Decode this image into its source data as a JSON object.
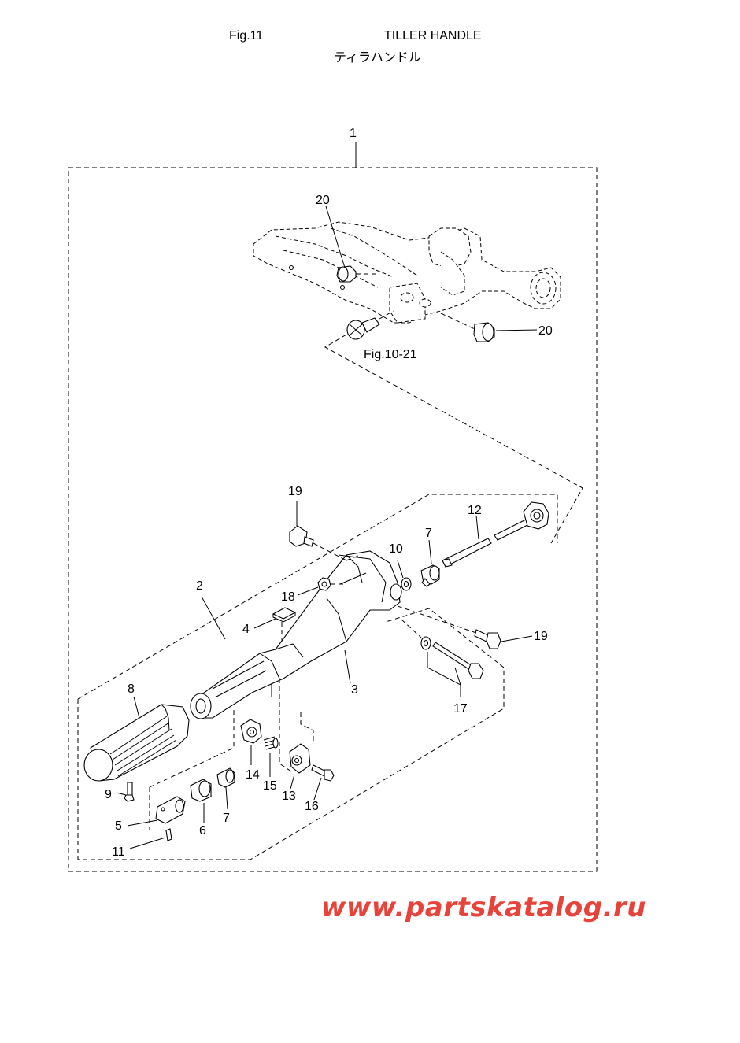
{
  "header": {
    "fig_label": "Fig.11",
    "title_en": "TILLER HANDLE",
    "title_jp": "ティラハンドル"
  },
  "callouts": {
    "c1": "1",
    "c2": "2",
    "c3": "3",
    "c4": "4",
    "c5": "5",
    "c6": "6",
    "c7a": "7",
    "c7b": "7",
    "c8": "8",
    "c9": "9",
    "c10": "10",
    "c11": "11",
    "c12": "12",
    "c13": "13",
    "c14": "14",
    "c15": "15",
    "c16": "16",
    "c17": "17",
    "c18": "18",
    "c19a": "19",
    "c19b": "19",
    "c20a": "20",
    "c20b": "20",
    "ref": "Fig.10-21"
  },
  "watermark": "www.partskatalog.ru"
}
